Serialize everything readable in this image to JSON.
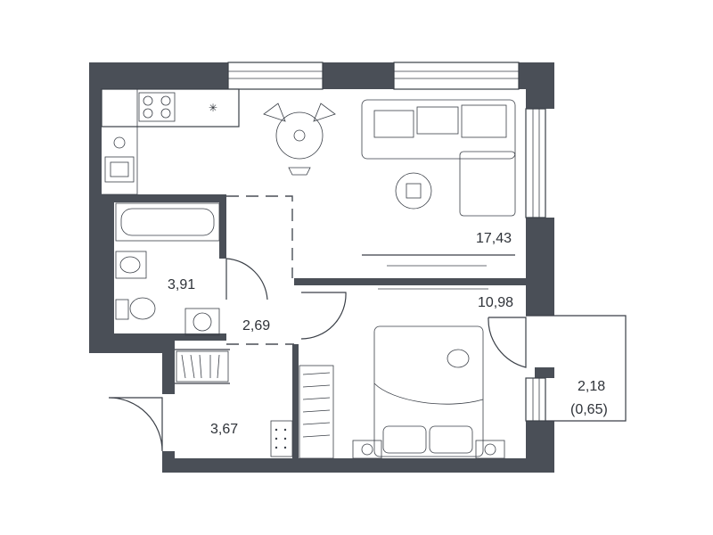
{
  "plan": {
    "rooms": [
      {
        "id": "living",
        "area": "17,43"
      },
      {
        "id": "bathroom",
        "area": "3,91"
      },
      {
        "id": "corridor",
        "area": "2,69"
      },
      {
        "id": "bedroom",
        "area": "10,98"
      },
      {
        "id": "hall",
        "area": "3,67"
      },
      {
        "id": "balcony",
        "area": "2,18",
        "reduced_area": "(0,65)"
      }
    ],
    "colors": {
      "wall": "#4a4f57",
      "line": "#3a3f47",
      "text": "#2e3238"
    },
    "icons": [
      "cooktop-icon",
      "dining-table-icon",
      "corner-sofa-icon",
      "rug-icon",
      "bathtub-icon",
      "washbasin-icon",
      "toilet-icon",
      "washing-machine-icon",
      "double-bed-icon",
      "wardrobe-icon",
      "shoe-cabinet-icon",
      "tv-icon"
    ]
  }
}
